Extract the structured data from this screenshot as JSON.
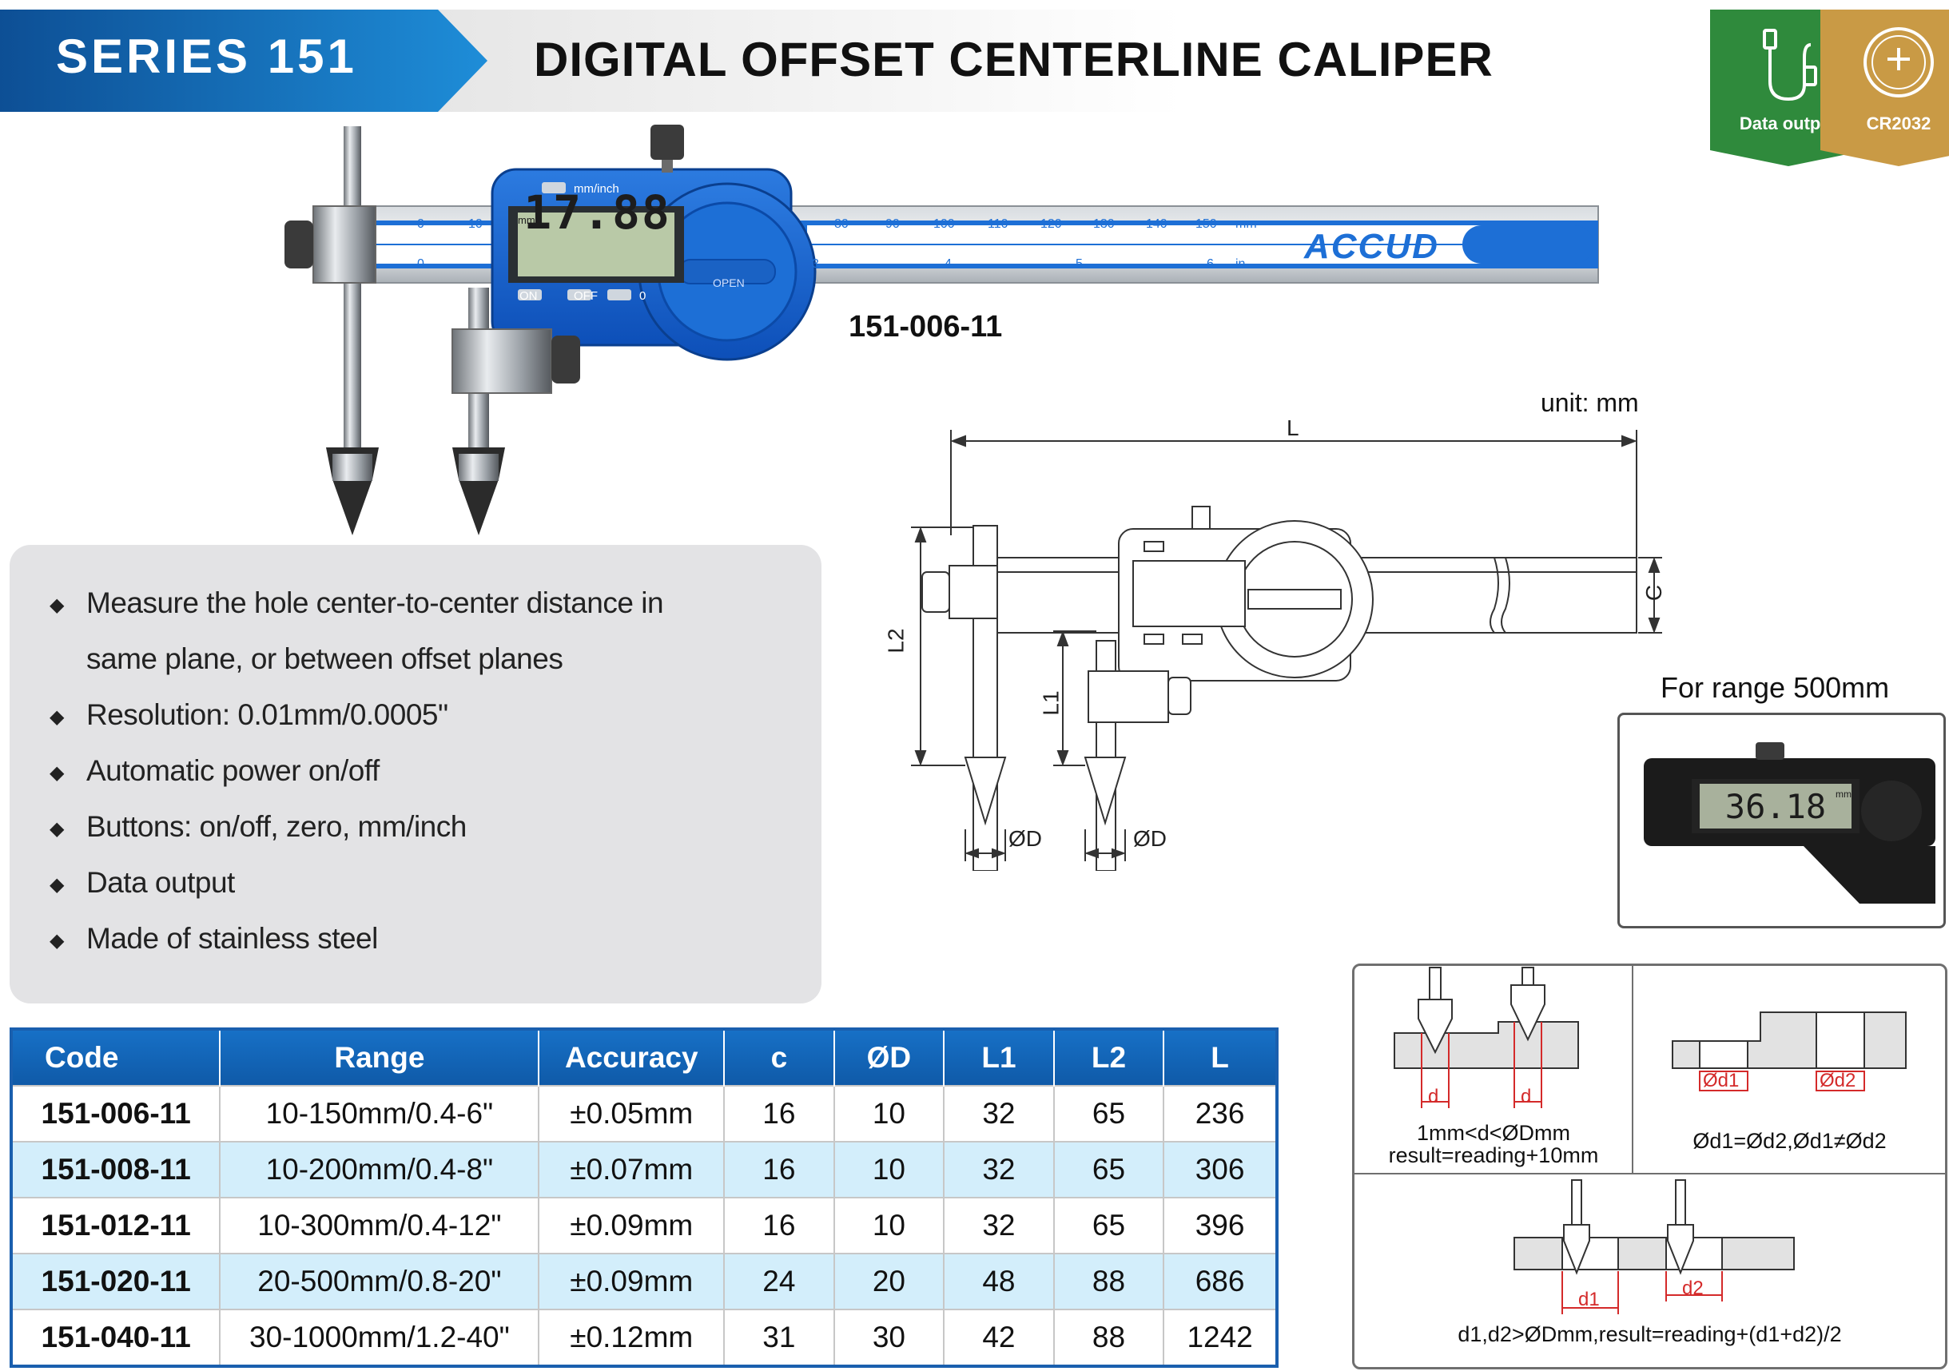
{
  "header": {
    "series": "SERIES 151",
    "title": "DIGITAL OFFSET CENTERLINE CALIPER"
  },
  "badges": [
    {
      "label": "Data output",
      "icon": "usb-cable-icon",
      "color": "#2f8a3c"
    },
    {
      "label": "CR2032",
      "icon": "coin-battery-icon",
      "color": "#c99a45"
    }
  ],
  "product": {
    "model": "151-006-11",
    "brand": "ACCUD",
    "display_reading": "17.88",
    "display_unit": "mm",
    "button_mode": "mm/inch",
    "button_on": "ON",
    "button_off": "OFF",
    "button_zero": "0",
    "open_label": "OPEN",
    "scale_mm_top": [
      "0",
      "10"
    ],
    "scale_mm": [
      "80",
      "90",
      "100",
      "110",
      "120",
      "130",
      "140",
      "150",
      "mm"
    ],
    "scale_in_top": [
      "0"
    ],
    "scale_in": [
      "3",
      "4",
      "5",
      "6",
      "in"
    ]
  },
  "diagram": {
    "unit": "unit: mm",
    "labels": {
      "L": "L",
      "L2": "L2",
      "L1": "L1",
      "C": "C",
      "D1": "ØD",
      "D2": "ØD"
    }
  },
  "range500": {
    "label": "For range 500mm",
    "reading": "36.18",
    "unit": "mm"
  },
  "features": [
    {
      "text": "Measure the hole center-to-center distance in",
      "cont": "same plane, or between offset planes"
    },
    {
      "text": "Resolution: 0.01mm/0.0005\""
    },
    {
      "text": "Automatic power on/off"
    },
    {
      "text": "Buttons: on/off, zero, mm/inch"
    },
    {
      "text": "Data output"
    },
    {
      "text": "Made of stainless steel"
    }
  ],
  "table": {
    "headers": [
      "Code",
      "Range",
      "Accuracy",
      "c",
      "ØD",
      "L1",
      "L2",
      "L"
    ],
    "rows": [
      [
        "151-006-11",
        "10-150mm/0.4-6\"",
        "±0.05mm",
        "16",
        "10",
        "32",
        "65",
        "236"
      ],
      [
        "151-008-11",
        "10-200mm/0.4-8\"",
        "±0.07mm",
        "16",
        "10",
        "32",
        "65",
        "306"
      ],
      [
        "151-012-11",
        "10-300mm/0.4-12\"",
        "±0.09mm",
        "16",
        "10",
        "32",
        "65",
        "396"
      ],
      [
        "151-020-11",
        "20-500mm/0.8-20\"",
        "±0.09mm",
        "24",
        "20",
        "48",
        "88",
        "686"
      ],
      [
        "151-040-11",
        "30-1000mm/1.2-40\"",
        "±0.12mm",
        "31",
        "30",
        "42",
        "88",
        "1242"
      ]
    ]
  },
  "illustrations": {
    "case1_line1": "1mm<d<ØDmm",
    "case1_line2": "result=reading+10mm",
    "case1_d": "d",
    "case2_text": "Ød1=Ød2,Ød1≠Ød2",
    "case2_d1": "Ød1",
    "case2_d2": "Ød2",
    "case3_text": "d1,d2>ØDmm,result=reading+(d1+d2)/2",
    "case3_d1": "d1",
    "case3_d2": "d2"
  }
}
